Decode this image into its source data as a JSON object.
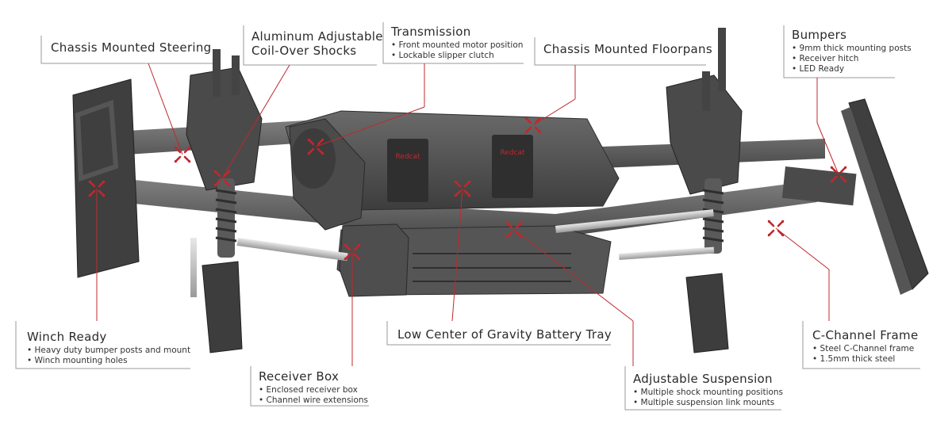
{
  "callouts": {
    "steering": {
      "title": "Chassis Mounted Steering"
    },
    "shocks": {
      "title_line1": "Aluminum Adjustable",
      "title_line2": "Coil-Over Shocks"
    },
    "transmission": {
      "title": "Transmission",
      "bullets": [
        "Front mounted motor position",
        "Lockable slipper clutch"
      ]
    },
    "floorpans": {
      "title": "Chassis Mounted Floorpans"
    },
    "bumpers": {
      "title": "Bumpers",
      "bullets": [
        "9mm thick mounting posts",
        "Receiver hitch",
        "LED Ready"
      ]
    },
    "winch": {
      "title": "Winch Ready",
      "bullets": [
        "Heavy duty bumper posts and mount",
        "Winch mounting holes"
      ]
    },
    "receiver": {
      "title": "Receiver Box",
      "bullets": [
        "Enclosed receiver box",
        "Channel wire extensions"
      ]
    },
    "battery": {
      "title": "Low Center of Gravity Battery Tray"
    },
    "suspension": {
      "title": "Adjustable Suspension",
      "bullets": [
        "Multiple shock mounting positions",
        "Multiple suspension link mounts"
      ]
    },
    "frame": {
      "title": "C-Channel Frame",
      "bullets": [
        "Steel C-Channel frame",
        "1.5mm thick steel"
      ]
    }
  },
  "servo_logo": "Redcat",
  "colors": {
    "leader": "#c0282d",
    "frame_line": "#9a9a9a",
    "chassis_dark": "#3a3a3a",
    "chassis_mid": "#5a5a5a",
    "chassis_light": "#7a7a7a"
  },
  "icons": {
    "marker": "crosshair-marker-icon"
  }
}
